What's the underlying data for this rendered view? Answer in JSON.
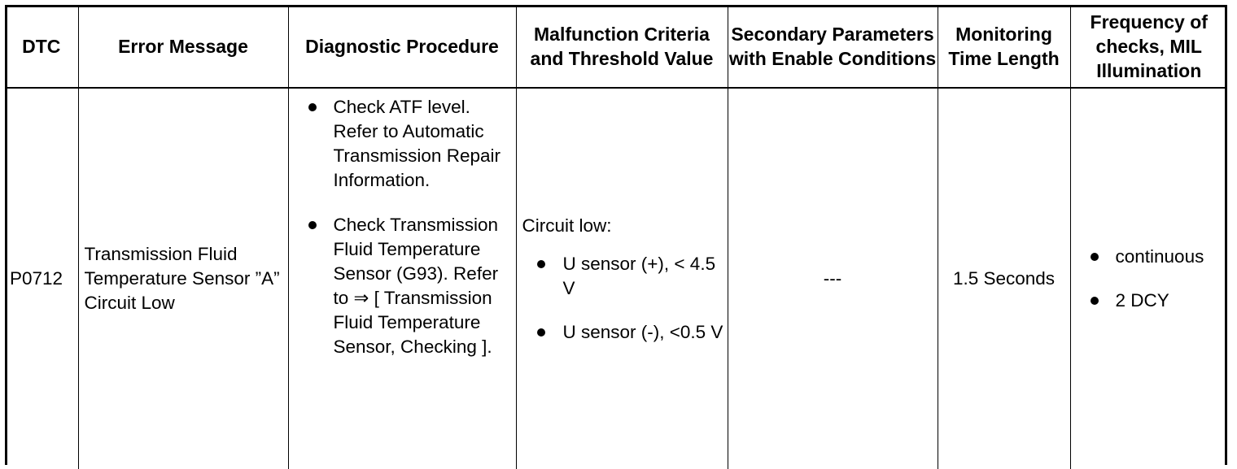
{
  "table": {
    "headers": {
      "dtc": "DTC",
      "error_message": "Error Message",
      "diagnostic_procedure": "Diagnostic Procedure",
      "malfunction_criteria": "Malfunction Criteria and Threshold Value",
      "secondary_parameters": "Secondary Parameters with Enable Conditions",
      "monitoring_time": "Monitoring Time Length",
      "frequency": "Frequency of checks, MIL Illumination"
    },
    "row": {
      "dtc": "P0712",
      "error_message": "Transmission Fluid Temperature Sensor ”A” Circuit Low",
      "procedure": [
        "Check ATF level. Refer to Automatic Transmission Repair Information.",
        "Check Transmission Fluid Temperature Sensor (G93). Refer to ⇒ [ Transmission Fluid Temperature Sensor, Checking ]."
      ],
      "criteria_intro": "Circuit low:",
      "criteria": [
        "U sensor (+), < 4.5 V",
        "U sensor (-), <0.5 V"
      ],
      "secondary": "---",
      "monitoring_time": "1.5 Seconds",
      "frequency": [
        "continuous",
        "2 DCY"
      ]
    }
  }
}
